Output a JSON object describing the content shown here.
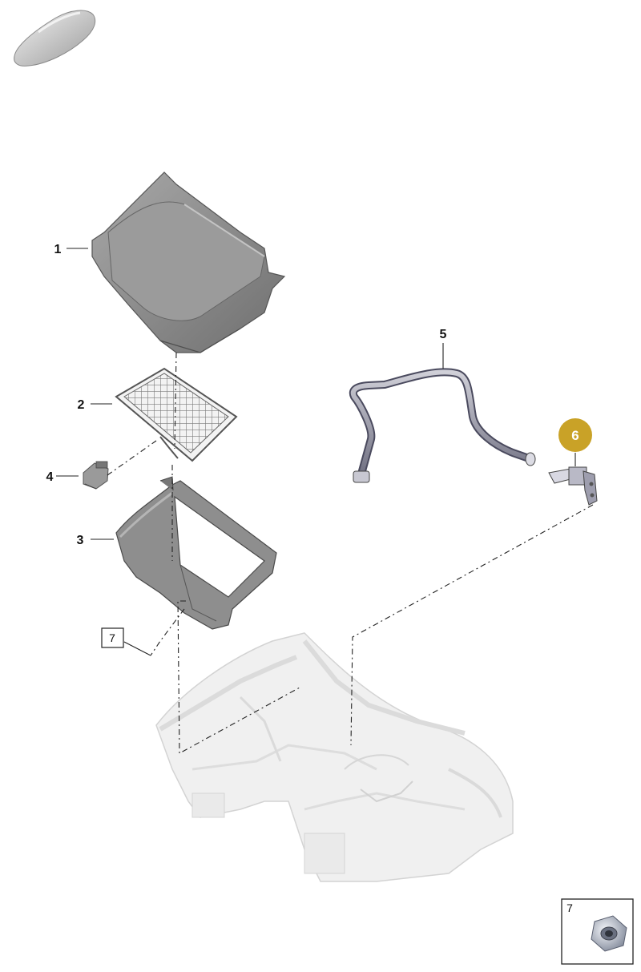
{
  "callouts": [
    {
      "id": "1",
      "label": "1"
    },
    {
      "id": "2",
      "label": "2"
    },
    {
      "id": "3",
      "label": "3"
    },
    {
      "id": "4",
      "label": "4"
    },
    {
      "id": "5",
      "label": "5"
    },
    {
      "id": "6",
      "label": "6",
      "highlighted": true
    },
    {
      "id": "7",
      "label": "7",
      "boxed": true
    }
  ],
  "legend": {
    "label": "7"
  },
  "colors": {
    "highlight_fill": "#C9A227",
    "part_grey": "#8f8f8f",
    "body_light": "#e4e4e4",
    "line": "#222222"
  }
}
